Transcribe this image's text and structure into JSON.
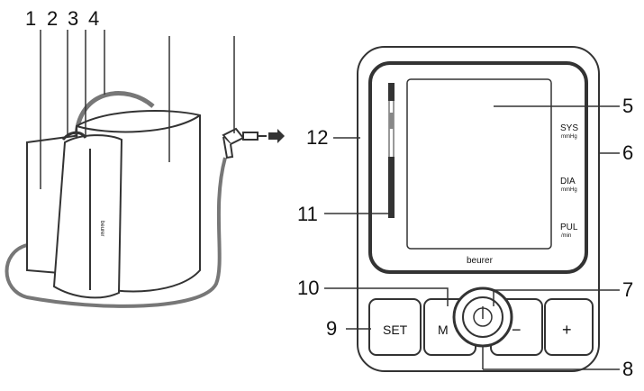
{
  "callouts": {
    "n1": "1",
    "n2": "2",
    "n3": "3",
    "n4": "4",
    "n5": "5",
    "n6": "6",
    "n7": "7",
    "n8": "8",
    "n9": "9",
    "n10": "10",
    "n11": "11",
    "n12": "12"
  },
  "cuff": {
    "brand": "beurer"
  },
  "monitor": {
    "brand": "beurer",
    "sys_label": "SYS",
    "sys_unit": "mmHg",
    "dia_label": "DIA",
    "dia_unit": "mmHg",
    "pul_label": "PUL",
    "pul_unit": "/min"
  },
  "buttons": {
    "set": "SET",
    "memory": "M",
    "minus": "−",
    "plus": "+",
    "power": "power-icon"
  },
  "colors": {
    "line": "#333333",
    "hose": "#777777",
    "panel": "#ffffff"
  }
}
